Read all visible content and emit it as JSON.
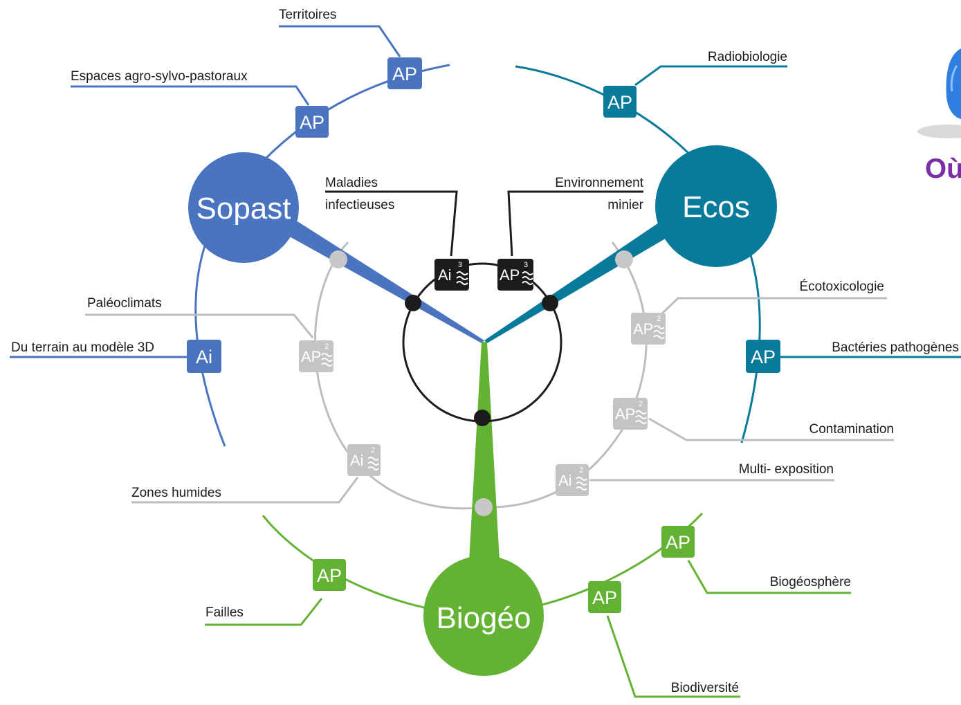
{
  "colors": {
    "sopast": "#4a74bf",
    "ecos": "#0a7a9a",
    "biogeo": "#63b234",
    "ring": "#bdbdbd",
    "core": "#1c1c1c",
    "brand": "#7a2fa8",
    "blob": "#2e7fe0"
  },
  "hubs": {
    "sopast": "Sopast",
    "ecos": "Ecos",
    "biogeo": "Biogéo"
  },
  "badges": {
    "ap": "AP",
    "ai": "Ai",
    "level_2": "2",
    "level_3": "3",
    "wave_icon": "wave-icon"
  },
  "labels": {
    "territoires": "Territoires",
    "espaces": "Espaces agro-sylvo-pastoraux",
    "radiobiologie": "Radiobiologie",
    "maladies_1": "Maladies",
    "maladies_2": "infectieuses",
    "environnement_1": "Environnement",
    "environnement_2": "minier",
    "paleoclimats": "Paléoclimats",
    "terrain": "Du terrain au modèle 3D",
    "ecotoxicologie": "Écotoxicologie",
    "bacteries": "Bactéries pathogènes",
    "contamination": "Contamination",
    "multi": "Multi- exposition",
    "zones": "Zones humides",
    "failles": "Failles",
    "biogeosphere": "Biogéosphère",
    "biodiversite": "Biodiversité"
  },
  "brand": {
    "partial": "Où"
  }
}
